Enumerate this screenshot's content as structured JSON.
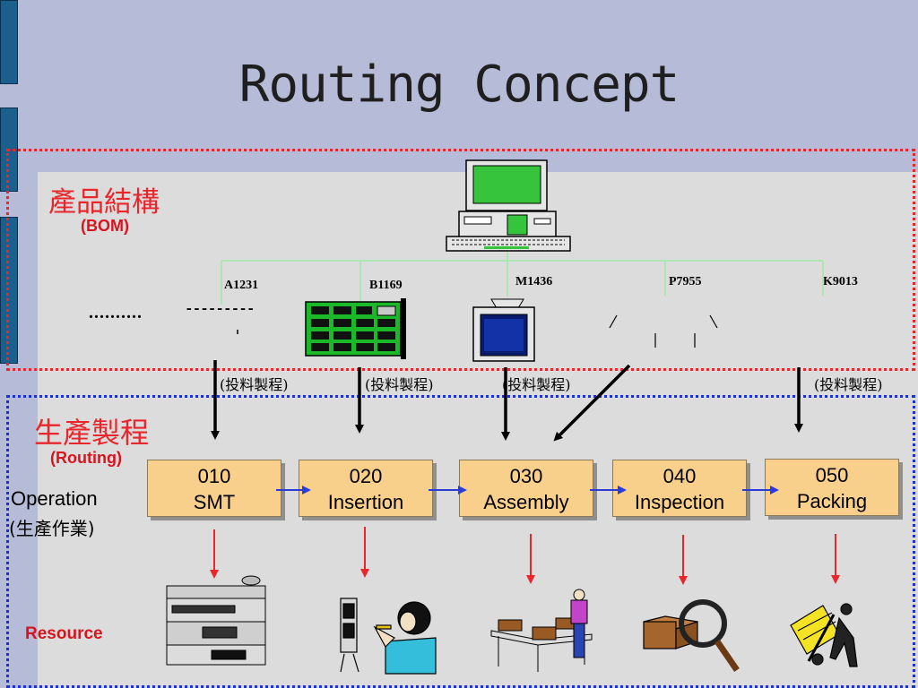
{
  "title": "Routing Concept",
  "bom": {
    "heading": "產品結構",
    "subheading": "(BOM)",
    "parts": [
      "A1231",
      "B1169",
      "M1436",
      "P7955",
      "K9013"
    ],
    "dots": "..........",
    "dashes": "---------"
  },
  "routing": {
    "heading": "生產製程",
    "subheading": "(Routing)",
    "input_label": "(投料製程)",
    "operation_label": "Operation",
    "operation_label_cn": "(生產作業)",
    "resource_label": "Resource",
    "operations": [
      {
        "code": "010",
        "name": "SMT"
      },
      {
        "code": "020",
        "name": "Insertion"
      },
      {
        "code": "030",
        "name": "Assembly"
      },
      {
        "code": "040",
        "name": "Inspection"
      },
      {
        "code": "050",
        "name": "Packing"
      }
    ]
  },
  "colors": {
    "background": "#b6bcd8",
    "bom_border": "#e8262b",
    "routing_border": "#1c2fd0",
    "operation_fill": "#f9cf8c",
    "tree_line": "#9fe8a8"
  },
  "icons": {
    "top": "computer-icon",
    "parts": [
      "circuit-board-icon",
      "monitor-icon",
      "keyboard-icon"
    ],
    "resources": [
      "smt-machine-icon",
      "insertion-worker-icon",
      "assembly-line-icon",
      "magnifier-box-icon",
      "hand-truck-icon"
    ]
  }
}
